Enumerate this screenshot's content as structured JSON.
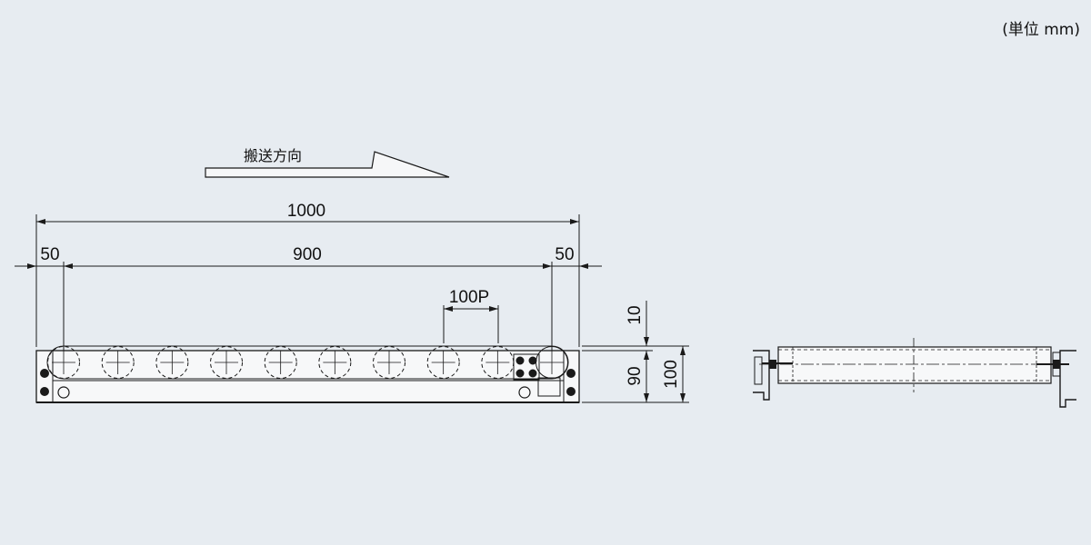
{
  "unit_label": "(単位 mm)",
  "direction": {
    "label": "搬送方向"
  },
  "dimensions": {
    "overall_length": "1000",
    "left_margin": "50",
    "roller_span": "900",
    "right_margin": "50",
    "pitch": "100P",
    "top_offset": "10",
    "frame_height": "90",
    "overall_height": "100"
  },
  "front_view": {
    "roller_count": 10
  },
  "colors": {
    "background": "#e7ecf1",
    "line": "#1a1a1a"
  }
}
